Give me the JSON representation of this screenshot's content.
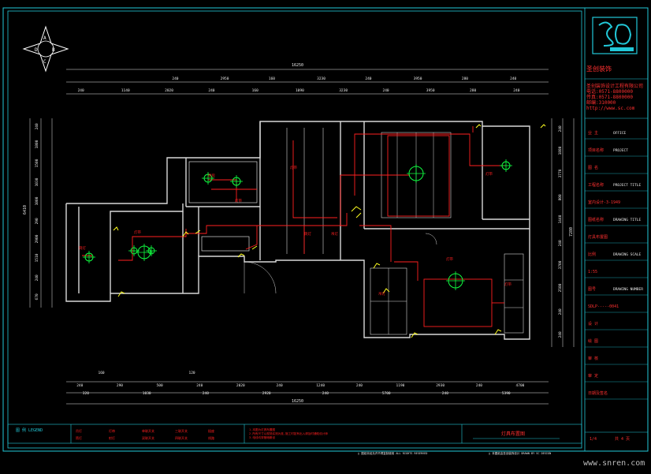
{
  "colors": {
    "background": "#000000",
    "frame": "#22c8d8",
    "wall": "#d8d8d8",
    "circuit": "#ff2020",
    "fixture": "#10ff40",
    "switch": "#ffff20",
    "dimension": "#e8e8e8",
    "titleblock_text": "#ff3030"
  },
  "compass": {
    "letters": [
      "A",
      "B",
      "C",
      "D"
    ]
  },
  "dimensions": {
    "top_total": "16250",
    "top_row1": [
      "240",
      "2950",
      "160",
      "3230",
      "240",
      "3950",
      "280",
      "240"
    ],
    "top_row2": [
      "240",
      "1140",
      "2020",
      "240",
      "160",
      "1090",
      "3230",
      "240",
      "3950",
      "280",
      "240"
    ],
    "bottom_row1": [
      "160",
      "120"
    ],
    "bottom_row2": [
      "240",
      "290",
      "500",
      "240",
      "2020",
      "240",
      "1240",
      "240",
      "1190",
      "2930",
      "240",
      "4700"
    ],
    "bottom_row3": [
      "320",
      "1030",
      "240",
      "2920",
      "240",
      "5700",
      "240",
      "5390"
    ],
    "bottom_total": "16250",
    "left_total": "6410",
    "left_row": [
      "240",
      "1800",
      "1500",
      "1030",
      "1000",
      "290",
      "2900",
      "1510",
      "240",
      "670"
    ],
    "right_total": "7280",
    "right_row": [
      "240",
      "1880",
      "3770",
      "800",
      "1440",
      "240",
      "3700",
      "2580",
      "240",
      "240"
    ]
  },
  "room_labels": [
    "厨房",
    "灯带",
    "筒灯",
    "灯带",
    "筒灯",
    "吊灯",
    "灯带",
    "灯带",
    "吊灯",
    "灯带",
    "灯带"
  ],
  "titleblock": {
    "company": "圣创装饰",
    "company_info": [
      "圣创装饰设计工程有限公司",
      "电话:0571-8800000",
      "传真:0571-8800000",
      "邮编:310000",
      "http://www.sc.com"
    ],
    "rows": [
      {
        "label": "业 主",
        "value": "OFFICE"
      },
      {
        "label": "项目名称",
        "value": "PROJECT"
      },
      {
        "label": "图 名",
        "value": ""
      },
      {
        "label": "工程名称",
        "value": "PROJECT TITLE"
      },
      {
        "label": "室内设计-3-1949",
        "value": ""
      },
      {
        "label": "图纸名称",
        "value": "DRAWING TITLE"
      },
      {
        "label": "灯具布置图",
        "value": ""
      },
      {
        "label": "比例",
        "value": "DRAWING SCALE"
      },
      {
        "label": "1:55",
        "value": ""
      },
      {
        "label": "图号",
        "value": "DRAWING NUMBER"
      },
      {
        "label": "SDLP-----0041",
        "value": ""
      },
      {
        "label": "设 计",
        "value": ""
      },
      {
        "label": "绘 图",
        "value": ""
      },
      {
        "label": "审 核",
        "value": ""
      },
      {
        "label": "审 定",
        "value": ""
      },
      {
        "label": "日期及签名",
        "value": ""
      }
    ],
    "footer_left": "1/4",
    "footer_right": "共 4 页"
  },
  "legend": {
    "title": "图 例 LEGEND",
    "items": [
      "吊灯",
      "筒灯",
      "灯带",
      "射灯",
      "单联开关",
      "双联开关",
      "三联开关",
      "四联开关",
      "插座",
      "线路"
    ],
    "notes": [
      "1.本图为灯具布置图",
      "2.所有尺寸以现场实测为准,施工时如有出入请及时通知设计师",
      "3.电线均穿管暗敷设"
    ],
    "drawing_title": "灯具布置图"
  },
  "bottom_notes": [
    "□ 图纸未经允许不得复制使用 ALL RIGHTS RESERVED",
    "□ 本图纸由圣创装饰设计 DRAWN BY SC DESIGN"
  ],
  "watermark": "www.snren.com"
}
